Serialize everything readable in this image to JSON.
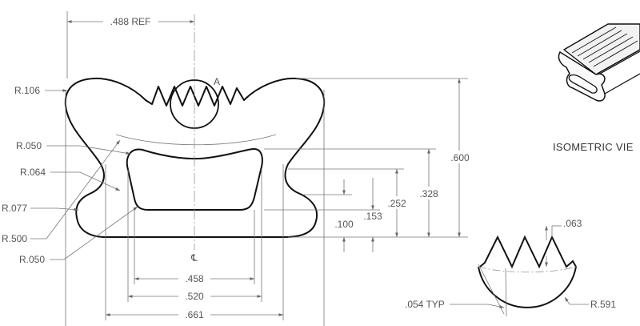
{
  "drawing": {
    "isometric_label": "ISOMETRIC VIE",
    "detail_callout": "A",
    "centerline_symbol": "℄"
  },
  "dimensions": {
    "ref_488": ".488 REF",
    "r106": "R.106",
    "r050_upper": "R.050",
    "r064": "R.064",
    "r077": "R.077",
    "r500": "R.500",
    "r050_lower": "R.050",
    "h600": ".600",
    "h328": ".328",
    "h252": ".252",
    "h153": ".153",
    "h100": ".100",
    "w458": ".458",
    "w520": ".520",
    "w661": ".661",
    "d063": ".063",
    "d054": ".054 TYP",
    "r591": "R.591"
  }
}
